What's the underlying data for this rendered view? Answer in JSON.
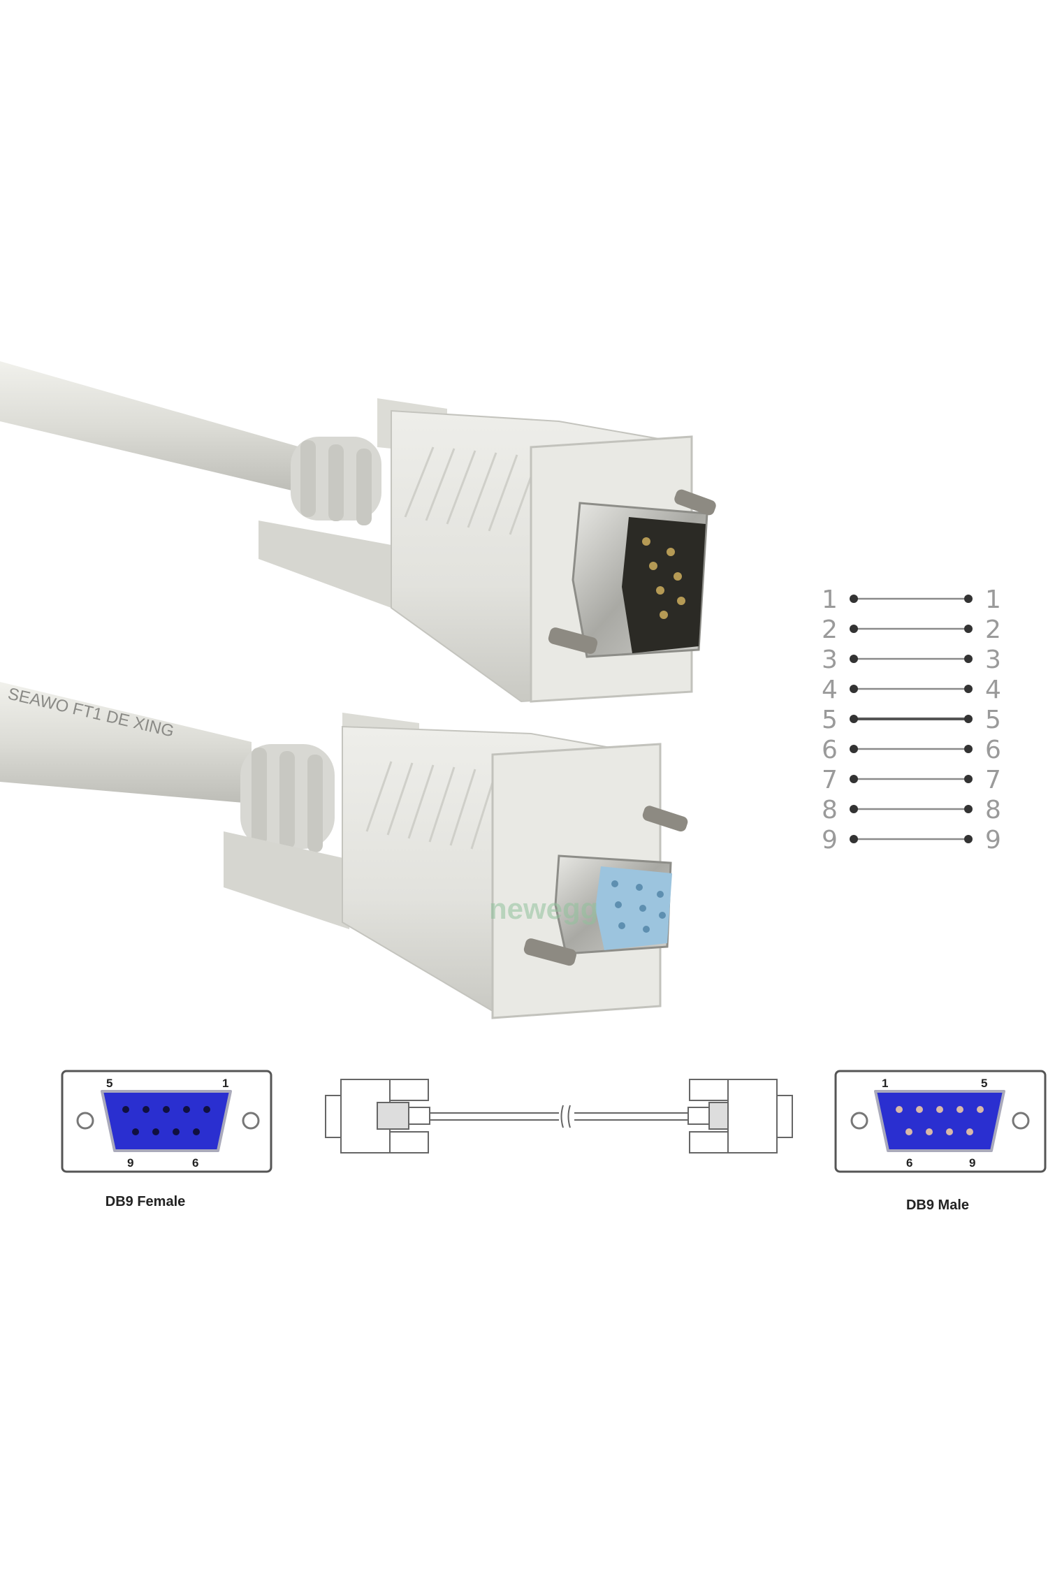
{
  "photo": {
    "cable_print": "SEAWO FT1 DE XING",
    "watermark": "newegg"
  },
  "pinout": {
    "pins": [
      {
        "left": "1",
        "right": "1"
      },
      {
        "left": "2",
        "right": "2"
      },
      {
        "left": "3",
        "right": "3"
      },
      {
        "left": "4",
        "right": "4"
      },
      {
        "left": "5",
        "right": "5"
      },
      {
        "left": "6",
        "right": "6"
      },
      {
        "left": "7",
        "right": "7"
      },
      {
        "left": "8",
        "right": "8"
      },
      {
        "left": "9",
        "right": "9"
      }
    ]
  },
  "diagram": {
    "female": {
      "label": "DB9 Female",
      "pin_labels": {
        "top_left": "5",
        "top_right": "1",
        "bottom_left": "9",
        "bottom_right": "6"
      }
    },
    "male": {
      "label": "DB9 Male",
      "pin_labels": {
        "top_left": "1",
        "top_right": "5",
        "bottom_left": "6",
        "bottom_right": "9"
      }
    }
  },
  "colors": {
    "plastic": "#e4e4df",
    "connector_blue": "#2a2fd0",
    "female_insert": "#9cc4de",
    "metal": "#b9b9b4"
  }
}
